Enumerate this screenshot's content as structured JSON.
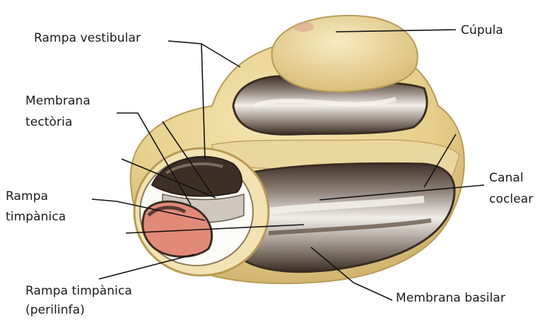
{
  "labels": {
    "rampa_vestibular": "Rampa vestibular",
    "cupula": "Cúpula",
    "membrana_tectoria_line1": "Membrana",
    "membrana_tectoria_line2": "tectòria",
    "rampa_timpanica_line1": "Rampa",
    "rampa_timpanica_line2": "timpànica",
    "canal_coclear_line1": "Canal",
    "canal_coclear_line2": "coclear",
    "rampa_timpanica_perilinfa_line1": "Rampa timpànica",
    "rampa_timpanica_perilinfa_line2": "(perilinfa)",
    "membrana_basilar": "Membrana basilar"
  },
  "colors": {
    "shell": "#e6cf8a",
    "shell_dark": "#b89a55",
    "canal_dark": "#4a3a2c",
    "canal_light": "#e8e4df",
    "perilymph": "#e28a78",
    "leader_line": "#111111"
  }
}
